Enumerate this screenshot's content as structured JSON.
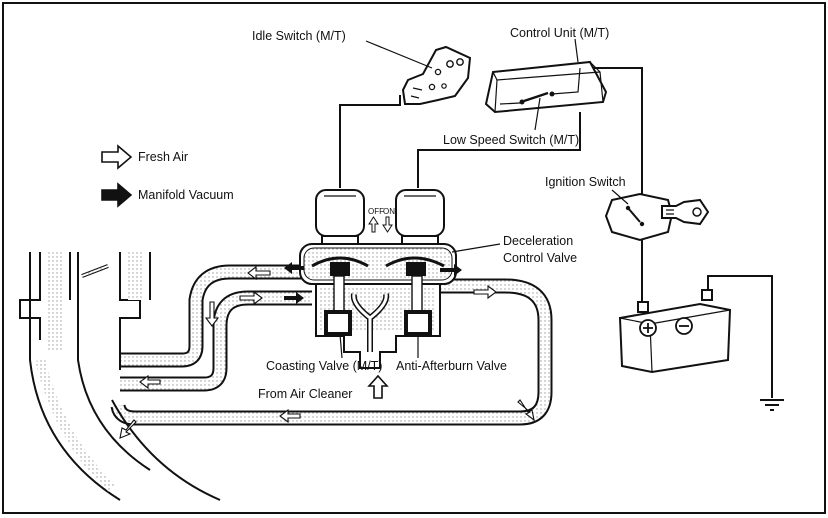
{
  "labels": {
    "idle_switch": "Idle Switch (M/T)",
    "control_unit": "Control Unit (M/T)",
    "low_speed_switch": "Low Speed Switch (M/T)",
    "ignition_switch": "Ignition Switch",
    "deceleration_control_valve_line1": "Deceleration",
    "deceleration_control_valve_line2": "Control Valve",
    "coasting_valve": "Coasting Valve (M/T)",
    "anti_afterburn_valve": "Anti-Afterburn Valve",
    "from_air_cleaner": "From Air Cleaner",
    "solenoid_off": "OFF",
    "solenoid_on": "ON"
  },
  "legend": {
    "fresh_air": "Fresh Air",
    "manifold_vacuum": "Manifold Vacuum"
  },
  "colors": {
    "line": "#111111",
    "background": "#ffffff",
    "stipple": "#cfcfcf"
  },
  "icons": {
    "fresh_air_arrow": "hollow-arrow-icon",
    "vacuum_arrow": "solid-arrow-icon",
    "battery_plus": "plus-icon",
    "battery_minus": "minus-icon",
    "ground": "ground-icon"
  }
}
